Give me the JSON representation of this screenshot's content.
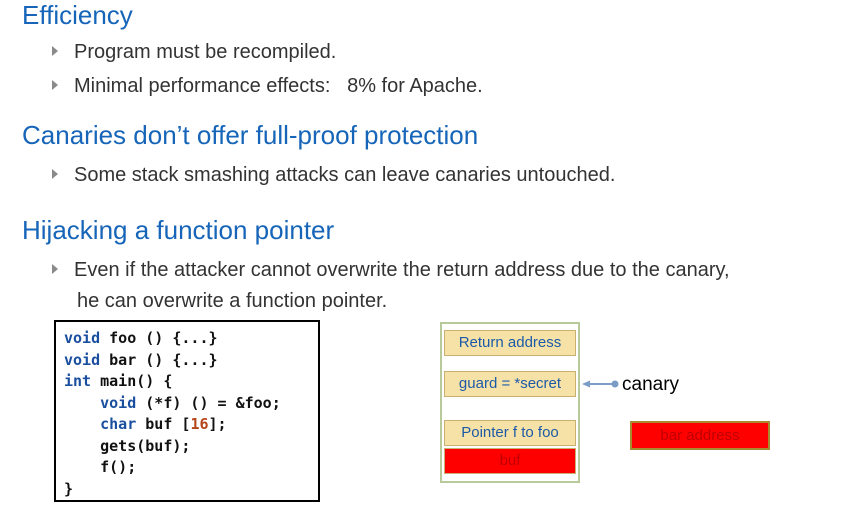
{
  "sections": [
    {
      "heading": "Efficiency",
      "bullets": [
        "Program must be recompiled.",
        "Minimal performance effects:   8% for Apache."
      ]
    },
    {
      "heading": "Canaries don’t offer full-proof protection",
      "bullets": [
        "Some stack smashing attacks can leave canaries untouched."
      ]
    },
    {
      "heading": "Hijacking a function pointer",
      "bullets": [
        "Even if the attacker cannot overwrite the return address due to the canary,"
      ],
      "continuation": "he can overwrite a function pointer."
    }
  ],
  "code": {
    "l1_kw": "void",
    "l1_rest": " foo () {...}",
    "l2_kw": "void",
    "l2_rest": " bar () {...}",
    "l3_kw": "int",
    "l3_rest": " main() {",
    "l4_indent": "    ",
    "l4_kw": "void",
    "l4_rest": " (*f) () = &foo;",
    "l5_indent": "    ",
    "l5_kw": "char",
    "l5_mid": " buf [",
    "l5_num": "16",
    "l5_end": "];",
    "l6": "    gets(buf);",
    "l7": "    f();",
    "l8": "}"
  },
  "stack": {
    "return_address": "Return address",
    "guard": "guard = *secret",
    "pointer": "Pointer f to foo",
    "buf": "buf"
  },
  "canary_label": "canary",
  "bar_address": "bar address",
  "colors": {
    "heading": "#1665b8",
    "slot_fill": "#f6e2a6",
    "overflow_fill": "#ff0000"
  }
}
